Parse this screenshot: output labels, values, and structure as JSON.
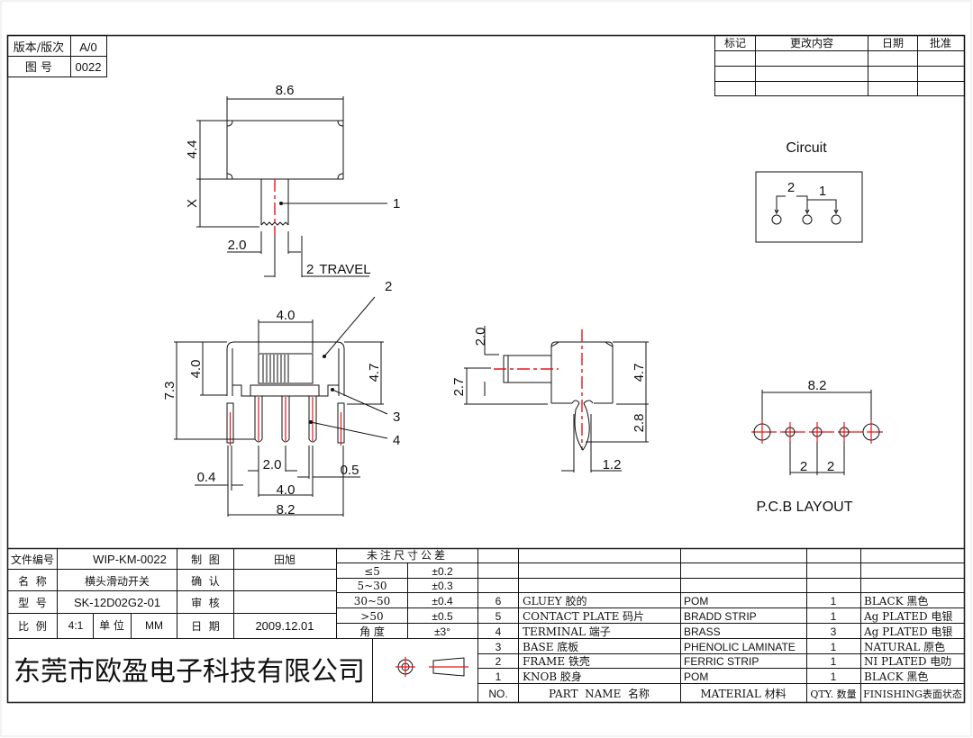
{
  "title_block_top_left": {
    "version_label": "版本/版次",
    "version_value": "A/0",
    "drawing_no_label": "图 号",
    "drawing_no_value": "0022"
  },
  "revision_table": {
    "headers": [
      "标记",
      "更改内容",
      "日期",
      "批准"
    ],
    "rows": [
      [
        "",
        "",
        "",
        ""
      ],
      [
        "",
        "",
        "",
        ""
      ],
      [
        "",
        "",
        "",
        ""
      ]
    ]
  },
  "top_view": {
    "width_dim": "8.6",
    "height_dim": "4.4",
    "stem_dim": "X",
    "stem_width_dim": "2.0",
    "travel_dim": "2",
    "travel_label": "TRAVEL",
    "callout_1": "1"
  },
  "front_view": {
    "knob_width_dim": "4.0",
    "knob_height_dim": "4.0",
    "total_height_dim": "7.3",
    "body_height_dim": "4.7",
    "pin_pitch_dim": "2.0",
    "pin_span_dim": "4.0",
    "frame_span_dim": "8.2",
    "frame_leg_dim": "0.4",
    "pin_width_dim": "0.5",
    "callout_2": "2",
    "callout_3": "3",
    "callout_4": "4"
  },
  "side_view": {
    "knob_height_dim": "2.0",
    "knob_offset_dim": "2.7",
    "body_height_dim": "4.7",
    "leg_length_dim": "2.8",
    "leg_width_dim": "1.2"
  },
  "circuit": {
    "title": "Circuit",
    "label_2": "2",
    "label_1": "1"
  },
  "pcb_layout": {
    "title": "P.C.B LAYOUT",
    "span_dim": "8.2",
    "pitch_dim_a": "2",
    "pitch_dim_b": "2"
  },
  "title_block": {
    "file_no_label": "文件编号",
    "file_no_value": "WIP-KM-0022",
    "name_label": "名  称",
    "name_value": "横头滑动开关",
    "model_label": "型  号",
    "model_value": "SK-12D02G2-01",
    "scale_label": "比  例",
    "scale_value": "4:1",
    "unit_label": "单 位",
    "unit_value": "MM",
    "drawn_label": "制  图",
    "drawn_value": "田旭",
    "confirm_label": "确  认",
    "confirm_value": "",
    "review_label": "审  核",
    "review_value": "",
    "date_label": "日  期",
    "date_value": "2009.12.01",
    "company": "东莞市欧盈电子科技有限公司"
  },
  "tolerance_table": {
    "title": "未注尺寸公差",
    "rows": [
      {
        "range": "≤5",
        "tol": "±0.2"
      },
      {
        "range": "5~30",
        "tol": "±0.3"
      },
      {
        "range": "30~50",
        "tol": "±0.4"
      },
      {
        "range": ">50",
        "tol": "±0.5"
      },
      {
        "range": "角  度",
        "tol": "±3°"
      }
    ]
  },
  "bom": {
    "headers": {
      "no": "NO.",
      "part_name": "PART  NAME  名称",
      "material": "MATERIAL 材料",
      "qty": "QTY. 数量",
      "finishing": "FINISHING表面状态"
    },
    "rows": [
      {
        "no": "6",
        "part": "GLUEY 胶的",
        "material": "POM",
        "qty": "1",
        "finish": "BLACK 黑色"
      },
      {
        "no": "5",
        "part": "CONTACT PLATE  码片",
        "material": "BRADD STRIP",
        "qty": "1",
        "finish": "Ag PLATED   电银"
      },
      {
        "no": "4",
        "part": "TERMINAL  端子",
        "material": "BRASS",
        "qty": "3",
        "finish": "Ag PLATED   电银"
      },
      {
        "no": "3",
        "part": "BASE  底板",
        "material": "PHENOLIC LAMINATE",
        "qty": "1",
        "finish": "NATURAL 原色"
      },
      {
        "no": "2",
        "part": "FRAME  铁壳",
        "material": "FERRIC STRIP",
        "qty": "1",
        "finish": "NI PLATED   电叻"
      },
      {
        "no": "1",
        "part": "KNOB  胶身",
        "material": "POM",
        "qty": "1",
        "finish": "BLACK 黑色"
      }
    ]
  },
  "colors": {
    "centerline": "#e8141a",
    "line": "#111111"
  }
}
